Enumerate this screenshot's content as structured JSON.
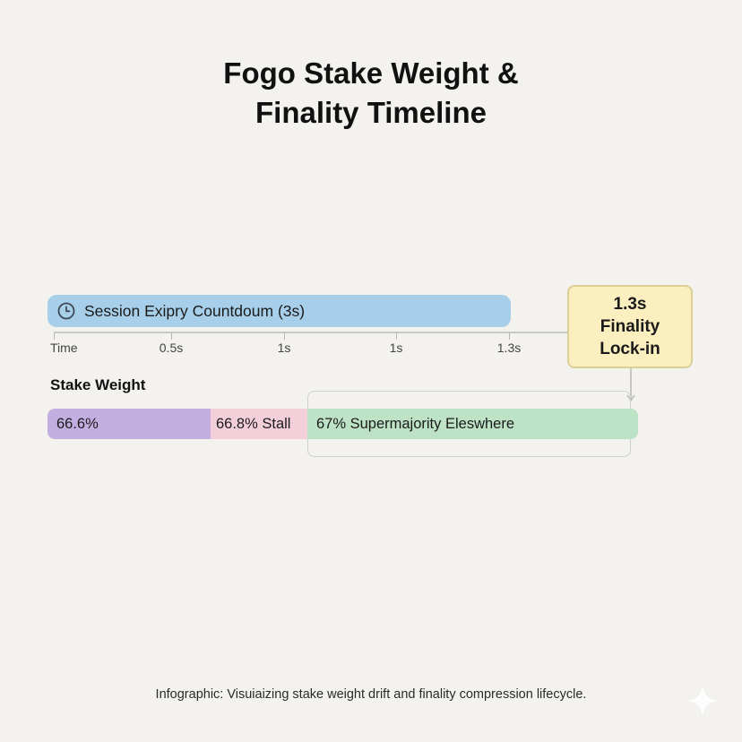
{
  "title": {
    "line1": "Fogo Stake Weight &",
    "line2": "Finality Timeline"
  },
  "session": {
    "label": "Session Exipry Countdoum (3s)",
    "icon": "clock-icon",
    "color": "#a8cfe9"
  },
  "timeline": {
    "ticks": [
      "Time",
      "0.5s",
      "1s",
      "1s",
      "1.3s"
    ]
  },
  "finality": {
    "line1": "1.3s",
    "line2": "Finality",
    "line3": "Lock-in",
    "color": "#fbefbf"
  },
  "stake": {
    "label": "Stake Weight",
    "segments": [
      {
        "label": "66.6%",
        "color": "#c3aee0"
      },
      {
        "label": "66.8% Stall",
        "color": "#f2cfd9"
      },
      {
        "label": "67% Supermajority Eleswhere",
        "color": "#bde2c6"
      }
    ]
  },
  "caption": "Infographic: Visuiaizing stake weight drift and finality compression lifecycle."
}
